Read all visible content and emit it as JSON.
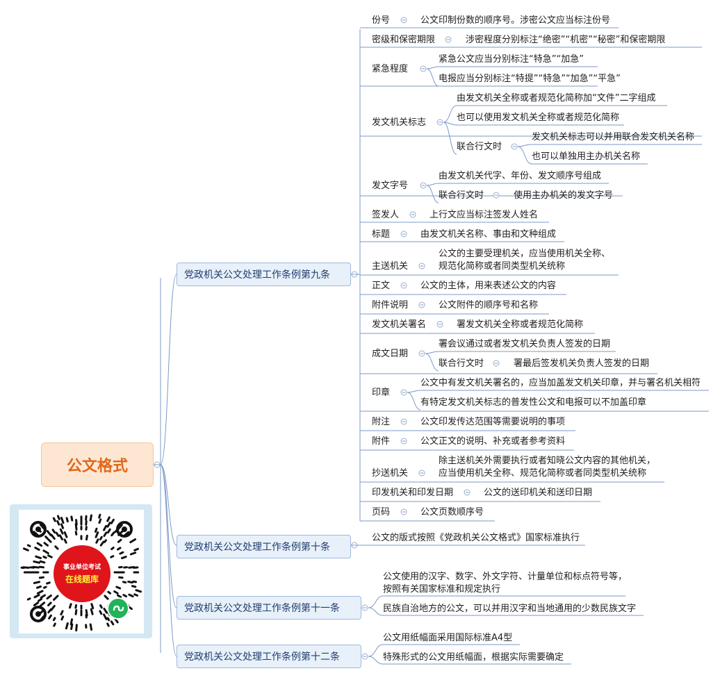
{
  "root": {
    "label": "公文格式"
  },
  "branches": [
    {
      "label": "党政机关公文处理工作条例第九条"
    },
    {
      "label": "党政机关公文处理工作条例第十条"
    },
    {
      "label": "党政机关公文处理工作条例第十一条"
    },
    {
      "label": "党政机关公文处理工作条例第十二条"
    }
  ],
  "art9": {
    "fenhao": {
      "label": "份号",
      "text": "公文印制份数的顺序号。涉密公文应当标注份号"
    },
    "miji": {
      "label": "密级和保密期限",
      "text": "涉密程度分别标注“绝密”“机密”“秘密”和保密期限"
    },
    "jinji": {
      "label": "紧急程度",
      "items": [
        "紧急公文应当分别标注“特急”“加急”",
        "电报应当分别标注“特提”“特急”“加急”“平急”"
      ]
    },
    "biaozhi": {
      "label": "发文机关标志",
      "items": [
        "由发文机关全称或者规范化简称加“文件”二字组成",
        "也可以使用发文机关全称或者规范化简称"
      ],
      "joint": {
        "label": "联合行文时",
        "items": [
          "发文机关标志可以并用联合发文机关名称",
          "也可以单独用主办机关名称"
        ]
      }
    },
    "zihao": {
      "label": "发文字号",
      "text": "由发文机关代字、年份、发文顺序号组成",
      "joint": {
        "label": "联合行文时",
        "text": "使用主办机关的发文字号"
      }
    },
    "qianfa": {
      "label": "签发人",
      "text": "上行文应当标注签发人姓名"
    },
    "biaoti": {
      "label": "标题",
      "text": "由发文机关名称、事由和文种组成"
    },
    "zhusong": {
      "label": "主送机关",
      "lines": [
        "公文的主要受理机关，应当使用机关全称、",
        "规范化简称或者同类型机关统称"
      ]
    },
    "zhengwen": {
      "label": "正文",
      "text": "公文的主体，用来表述公文的内容"
    },
    "fujianshuoming": {
      "label": "附件说明",
      "text": "公文附件的顺序号和名称"
    },
    "shuming": {
      "label": "发文机关署名",
      "text": "署发文机关全称或者规范化简称"
    },
    "chengwen": {
      "label": "成文日期",
      "text": "署会议通过或者发文机关负责人签发的日期",
      "joint": {
        "label": "联合行文时",
        "text": "署最后签发机关负责人签发的日期"
      }
    },
    "yinzhang": {
      "label": "印章",
      "items": [
        "公文中有发文机关署名的，应当加盖发文机关印章，并与署名机关相符",
        "有特定发文机关标志的普发性公文和电报可以不加盖印章"
      ]
    },
    "fuzhu": {
      "label": "附注",
      "text": "公文印发传达范围等需要说明的事项"
    },
    "fujian": {
      "label": "附件",
      "text": "公文正文的说明、补充或者参考资料"
    },
    "chaosong": {
      "label": "抄送机关",
      "lines": [
        "除主送机关外需要执行或者知晓公文内容的其他机关，",
        "应当使用机关全称、规范化简称或者同类型机关统称"
      ]
    },
    "yinfa": {
      "label": "印发机关和印发日期",
      "text": "公文的送印机关和送印日期"
    },
    "yema": {
      "label": "页码",
      "text": "公文页数顺序号"
    }
  },
  "art10": {
    "text": "公文的版式按照《党政机关公文格式》国家标准执行"
  },
  "art11": {
    "lines": [
      "公文使用的汉字、数字、外文字符、计量单位和标点符号等，",
      "按照有关国家标准和规定执行"
    ],
    "text2": "民族自治地方的公文，可以并用汉字和当地通用的少数民族文字"
  },
  "art12": {
    "items": [
      "公文用纸幅面采用国际标准A4型",
      "特殊形式的公文用纸幅面，根据实际需要确定"
    ]
  },
  "qr": {
    "line1": "事业单位考试",
    "line2": "在线题库"
  },
  "colors": {
    "line": "#7a98c6",
    "root_text": "#e0671a",
    "root_bg": "#fde7d2",
    "branch_bg": "#e8f0fa",
    "qr_red": "#e0141b",
    "wechat_green": "#21b35a"
  }
}
